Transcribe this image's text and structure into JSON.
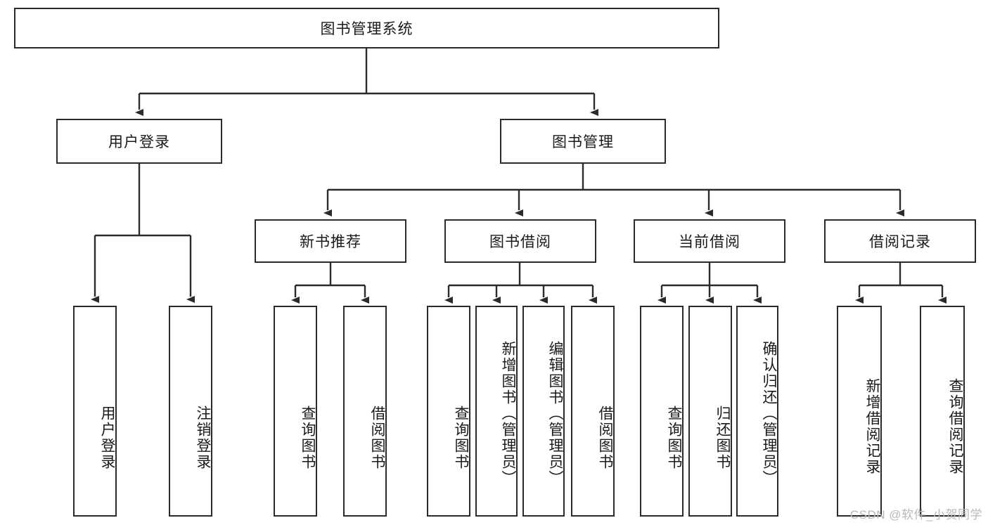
{
  "diagram": {
    "type": "tree",
    "title": "图书管理系统",
    "background": "#ffffff",
    "line_color": "#2b2b2b",
    "text_color": "#1a1a1a",
    "watermark": "CSDN @软件_小贺同学",
    "nodes": {
      "root": {
        "label": "图书管理系统",
        "orientation": "horizontal"
      },
      "user_login": {
        "label": "用户登录",
        "orientation": "horizontal"
      },
      "book_manage": {
        "label": "图书管理",
        "orientation": "horizontal"
      },
      "new_book_rec": {
        "label": "新书推荐",
        "orientation": "horizontal"
      },
      "book_borrow": {
        "label": "图书借阅",
        "orientation": "horizontal"
      },
      "current_borrow": {
        "label": "当前借阅",
        "orientation": "horizontal"
      },
      "borrow_record": {
        "label": "借阅记录",
        "orientation": "horizontal"
      },
      "leaf_user_login": {
        "label": "用户登录",
        "orientation": "vertical"
      },
      "leaf_logout_login": {
        "label": "注销登录",
        "orientation": "vertical"
      },
      "leaf_query_book_1": {
        "label": "查询图书",
        "orientation": "vertical"
      },
      "leaf_borrow_book_1": {
        "label": "借阅图书",
        "orientation": "vertical"
      },
      "leaf_query_book_2": {
        "label": "查询图书",
        "orientation": "vertical"
      },
      "leaf_add_book": {
        "label": "新增图书（管理员）",
        "orientation": "vertical"
      },
      "leaf_edit_book": {
        "label": "编辑图书（管理员）",
        "orientation": "vertical"
      },
      "leaf_borrow_book_2": {
        "label": "借阅图书",
        "orientation": "vertical"
      },
      "leaf_query_book_3": {
        "label": "查询图书",
        "orientation": "vertical"
      },
      "leaf_return_book": {
        "label": "归还图书",
        "orientation": "vertical"
      },
      "leaf_confirm_return": {
        "label": "确认归还（管理员）",
        "orientation": "vertical"
      },
      "leaf_add_record": {
        "label": "新增借阅记录",
        "orientation": "vertical"
      },
      "leaf_query_record": {
        "label": "查询借阅记录",
        "orientation": "vertical"
      }
    },
    "hierarchy": [
      {
        "parent": "root",
        "children": [
          "user_login",
          "book_manage"
        ]
      },
      {
        "parent": "user_login",
        "children": [
          "leaf_user_login",
          "leaf_logout_login"
        ]
      },
      {
        "parent": "book_manage",
        "children": [
          "new_book_rec",
          "book_borrow",
          "current_borrow",
          "borrow_record"
        ]
      },
      {
        "parent": "new_book_rec",
        "children": [
          "leaf_query_book_1",
          "leaf_borrow_book_1"
        ]
      },
      {
        "parent": "book_borrow",
        "children": [
          "leaf_query_book_2",
          "leaf_add_book",
          "leaf_edit_book",
          "leaf_borrow_book_2"
        ]
      },
      {
        "parent": "current_borrow",
        "children": [
          "leaf_query_book_3",
          "leaf_return_book",
          "leaf_confirm_return"
        ]
      },
      {
        "parent": "borrow_record",
        "children": [
          "leaf_add_record",
          "leaf_query_record"
        ]
      }
    ]
  }
}
